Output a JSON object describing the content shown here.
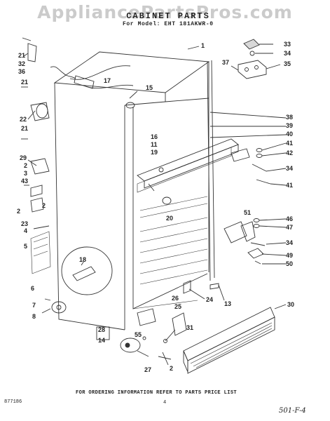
{
  "header": {
    "watermark": "AppliancePartsPros.com",
    "title": "CABINET PARTS",
    "subtitle": "For Model: EHT 181AKWR-0"
  },
  "footer": {
    "instruction": "FOR ORDERING INFORMATION REFER TO PARTS PRICE LIST",
    "doc_number": "877186",
    "page_number": "4",
    "handwritten_note": "501-F-4"
  },
  "callouts": {
    "c1": "1",
    "c2a": "2",
    "c2b": "2",
    "c2c": "2",
    "c2d": "2",
    "c3": "3",
    "c4": "4",
    "c5": "5",
    "c6": "6",
    "c7": "7",
    "c8": "8",
    "c11": "11",
    "c13": "13",
    "c14": "14",
    "c15": "15",
    "c16": "16",
    "c17": "17",
    "c18": "18",
    "c19": "19",
    "c20": "20",
    "c21a": "21",
    "c21b": "21",
    "c21c": "21",
    "c22": "22",
    "c23": "23",
    "c24": "24",
    "c25": "25",
    "c26": "26",
    "c27": "27",
    "c28": "28",
    "c29": "29",
    "c30": "30",
    "c31": "31",
    "c32": "32",
    "c33": "33",
    "c34a": "34",
    "c34b": "34",
    "c34c": "34",
    "c35": "35",
    "c36": "36",
    "c37": "37",
    "c38": "38",
    "c39": "39",
    "c40": "40",
    "c41a": "41",
    "c41b": "41",
    "c42": "42",
    "c43": "43",
    "c46": "46",
    "c47": "47",
    "c49": "49",
    "c50": "50",
    "c51": "51",
    "c55": "55"
  }
}
